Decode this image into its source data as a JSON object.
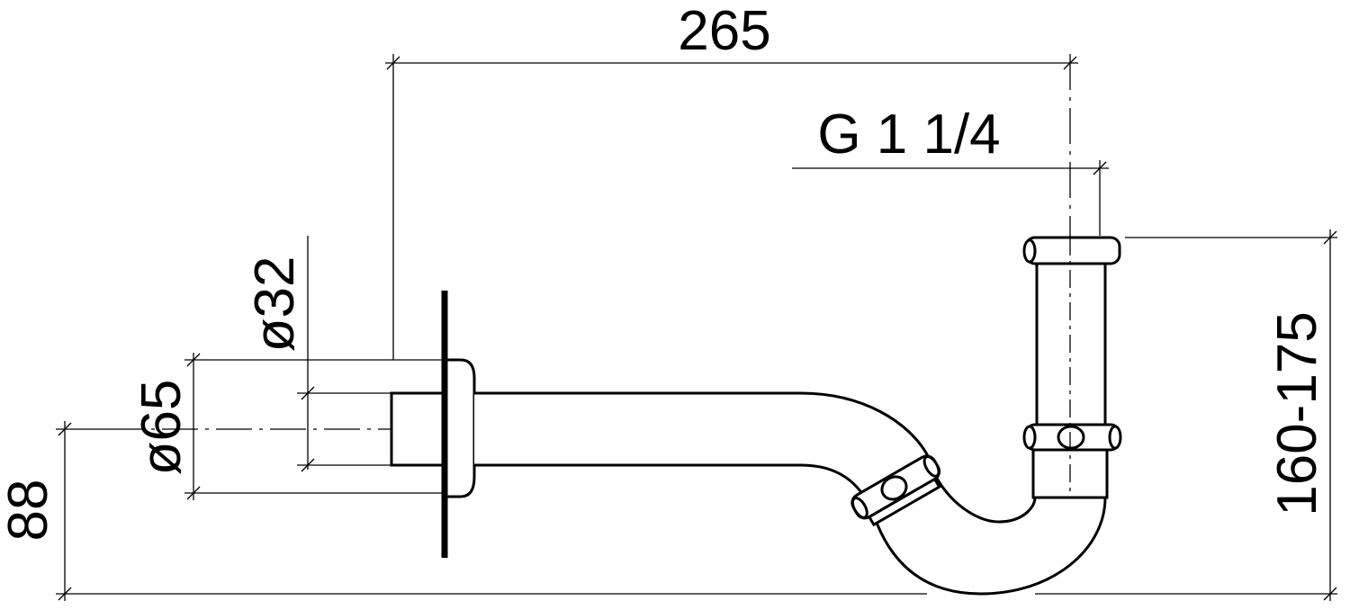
{
  "drawing": {
    "dimensions": {
      "length": "265",
      "thread": "G 1 1/4",
      "height_range": "160-175",
      "center_height": "88",
      "rosette_diameter": "ø65",
      "pipe_diameter": "ø32"
    },
    "line_color": "#000000"
  }
}
